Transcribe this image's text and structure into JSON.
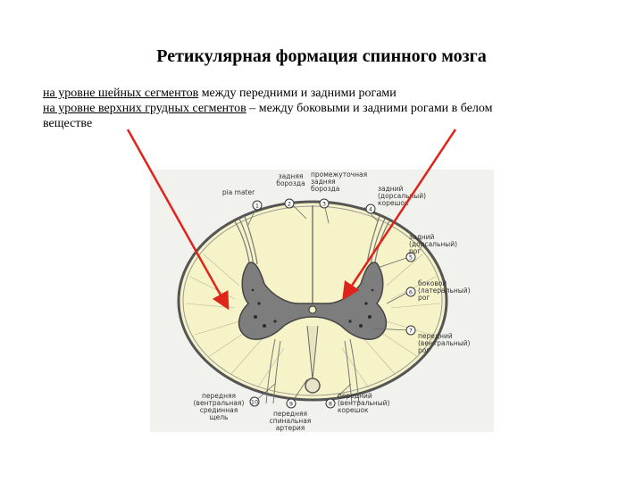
{
  "slide": {
    "title": "Ретикулярная формация спинного мозга",
    "lines": [
      {
        "underlined": "на уровне шейных сегментов",
        "rest": " между передними и задними рогами"
      },
      {
        "underlined": "на уровне верхних грудных сегментов",
        "rest": " – между боковыми и задними рогами в белом"
      },
      {
        "underlined": "",
        "rest": "веществе"
      }
    ]
  },
  "figure": {
    "labels": {
      "pia_mater": "pia mater",
      "posterior_sulcus": [
        "задняя",
        "борозда"
      ],
      "intermediate_sulcus": [
        "промежуточная",
        "задняя",
        "борозда"
      ],
      "dorsal_root": [
        "задний",
        "(дорсальный)",
        "корешок"
      ],
      "dorsal_horn": [
        "задний",
        "(дорсальный)",
        "рог"
      ],
      "lateral_horn": [
        "боковой",
        "(латеральный)",
        "рог"
      ],
      "ventral_horn": [
        "передний",
        "(вентральный)",
        "рог"
      ],
      "ventral_fissure": [
        "передняя",
        "(вентральная)",
        "срединная",
        "щель"
      ],
      "spinal_artery": [
        "передняя",
        "спинальная",
        "артерия"
      ],
      "ventral_root": [
        "передний",
        "(вентральный)",
        "корешок"
      ]
    },
    "numbers": [
      "1",
      "2",
      "3",
      "4",
      "5",
      "6",
      "7",
      "8",
      "9",
      "10"
    ],
    "colors": {
      "white_matter": "#f6f3c8",
      "grey_matter": "#7d7d7d",
      "arrow": "#e0241b"
    }
  }
}
